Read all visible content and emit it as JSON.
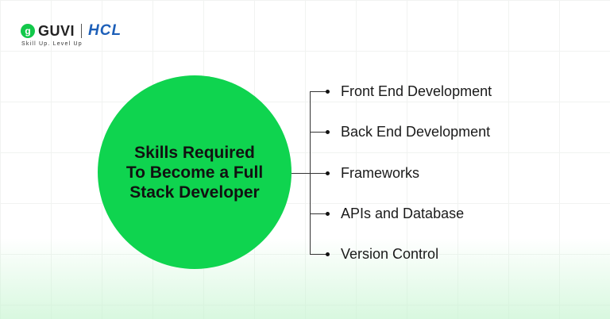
{
  "brand": {
    "logo_mark": "g",
    "name": "GUVI",
    "partner": "HCL",
    "tagline": "Skill Up. Level Up"
  },
  "diagram": {
    "center": "Skills Required To Become a Full Stack Developer",
    "items": [
      "Front End Development",
      "Back End Development",
      "Frameworks",
      "APIs and Database",
      "Version Control"
    ],
    "accent": "#0fd44f"
  }
}
